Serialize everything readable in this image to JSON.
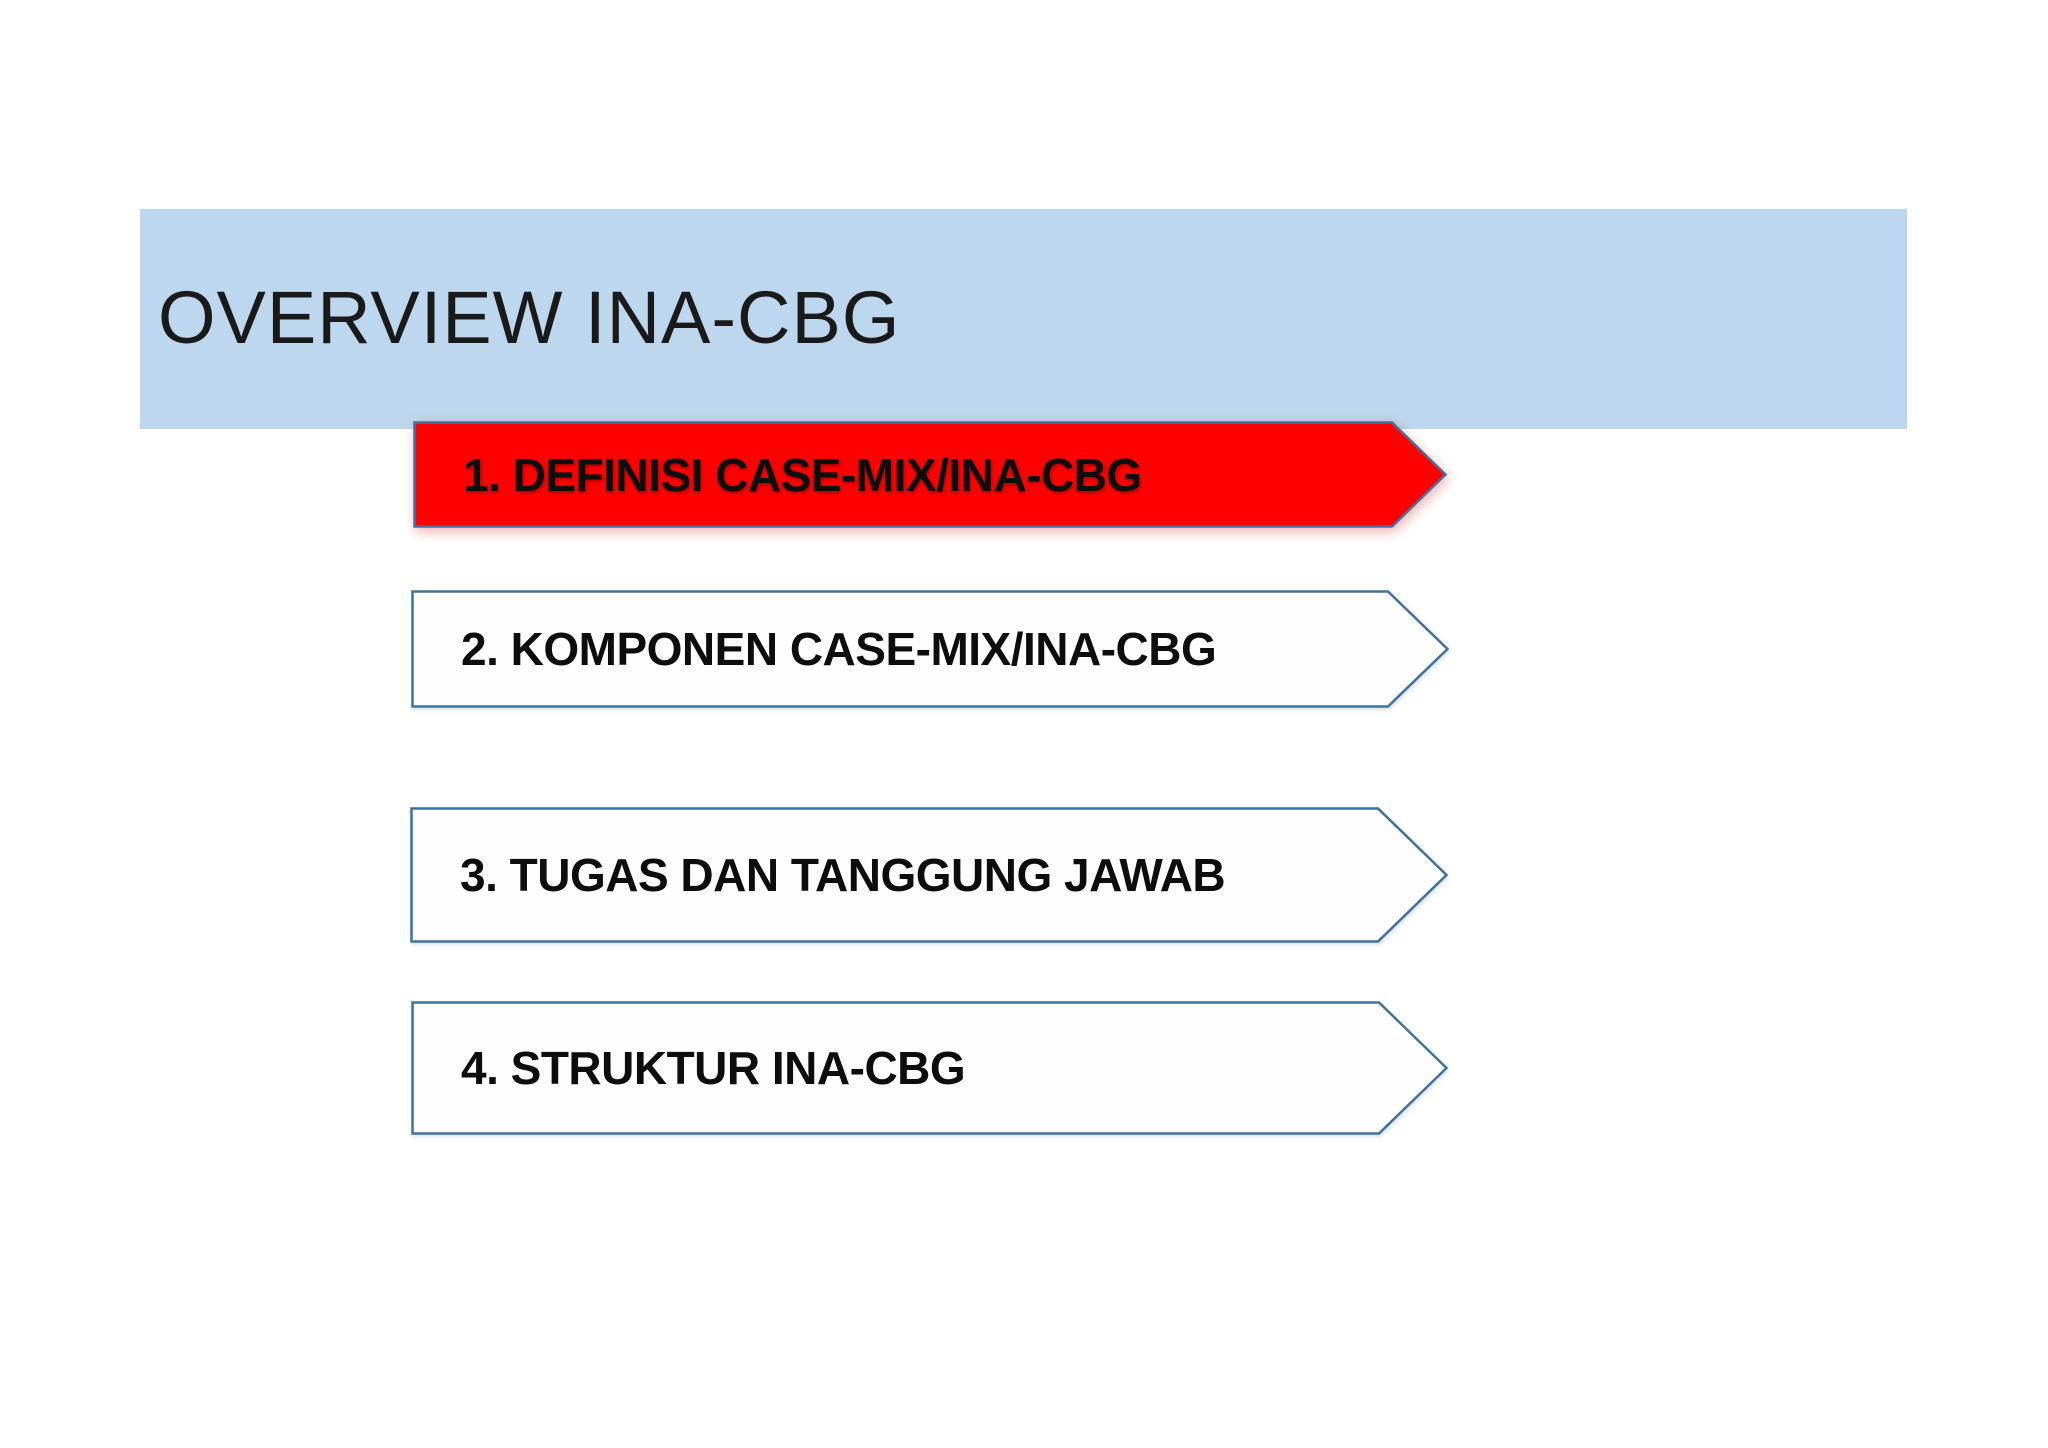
{
  "slide": {
    "title": "OVERVIEW INA-CBG",
    "band_color": "#BDD7EE",
    "background_color": "#FFFFFF",
    "title_color": "#1A1A1A"
  },
  "banners": [
    {
      "label": "1. DEFINISI CASE-MIX/INA-CBG",
      "fill": "#FF0000",
      "stroke": "#41719C",
      "active": true
    },
    {
      "label": "2. KOMPONEN CASE-MIX/INA-CBG",
      "fill": "#FEFEFE",
      "stroke": "#41719C",
      "active": false
    },
    {
      "label": "3. TUGAS DAN TANGGUNG JAWAB",
      "fill": "#FDFDFE",
      "stroke": "#41719C",
      "active": false
    },
    {
      "label": "4. STRUKTUR INA-CBG",
      "fill": "#FDFDFE",
      "stroke": "#41719C",
      "active": false
    }
  ]
}
